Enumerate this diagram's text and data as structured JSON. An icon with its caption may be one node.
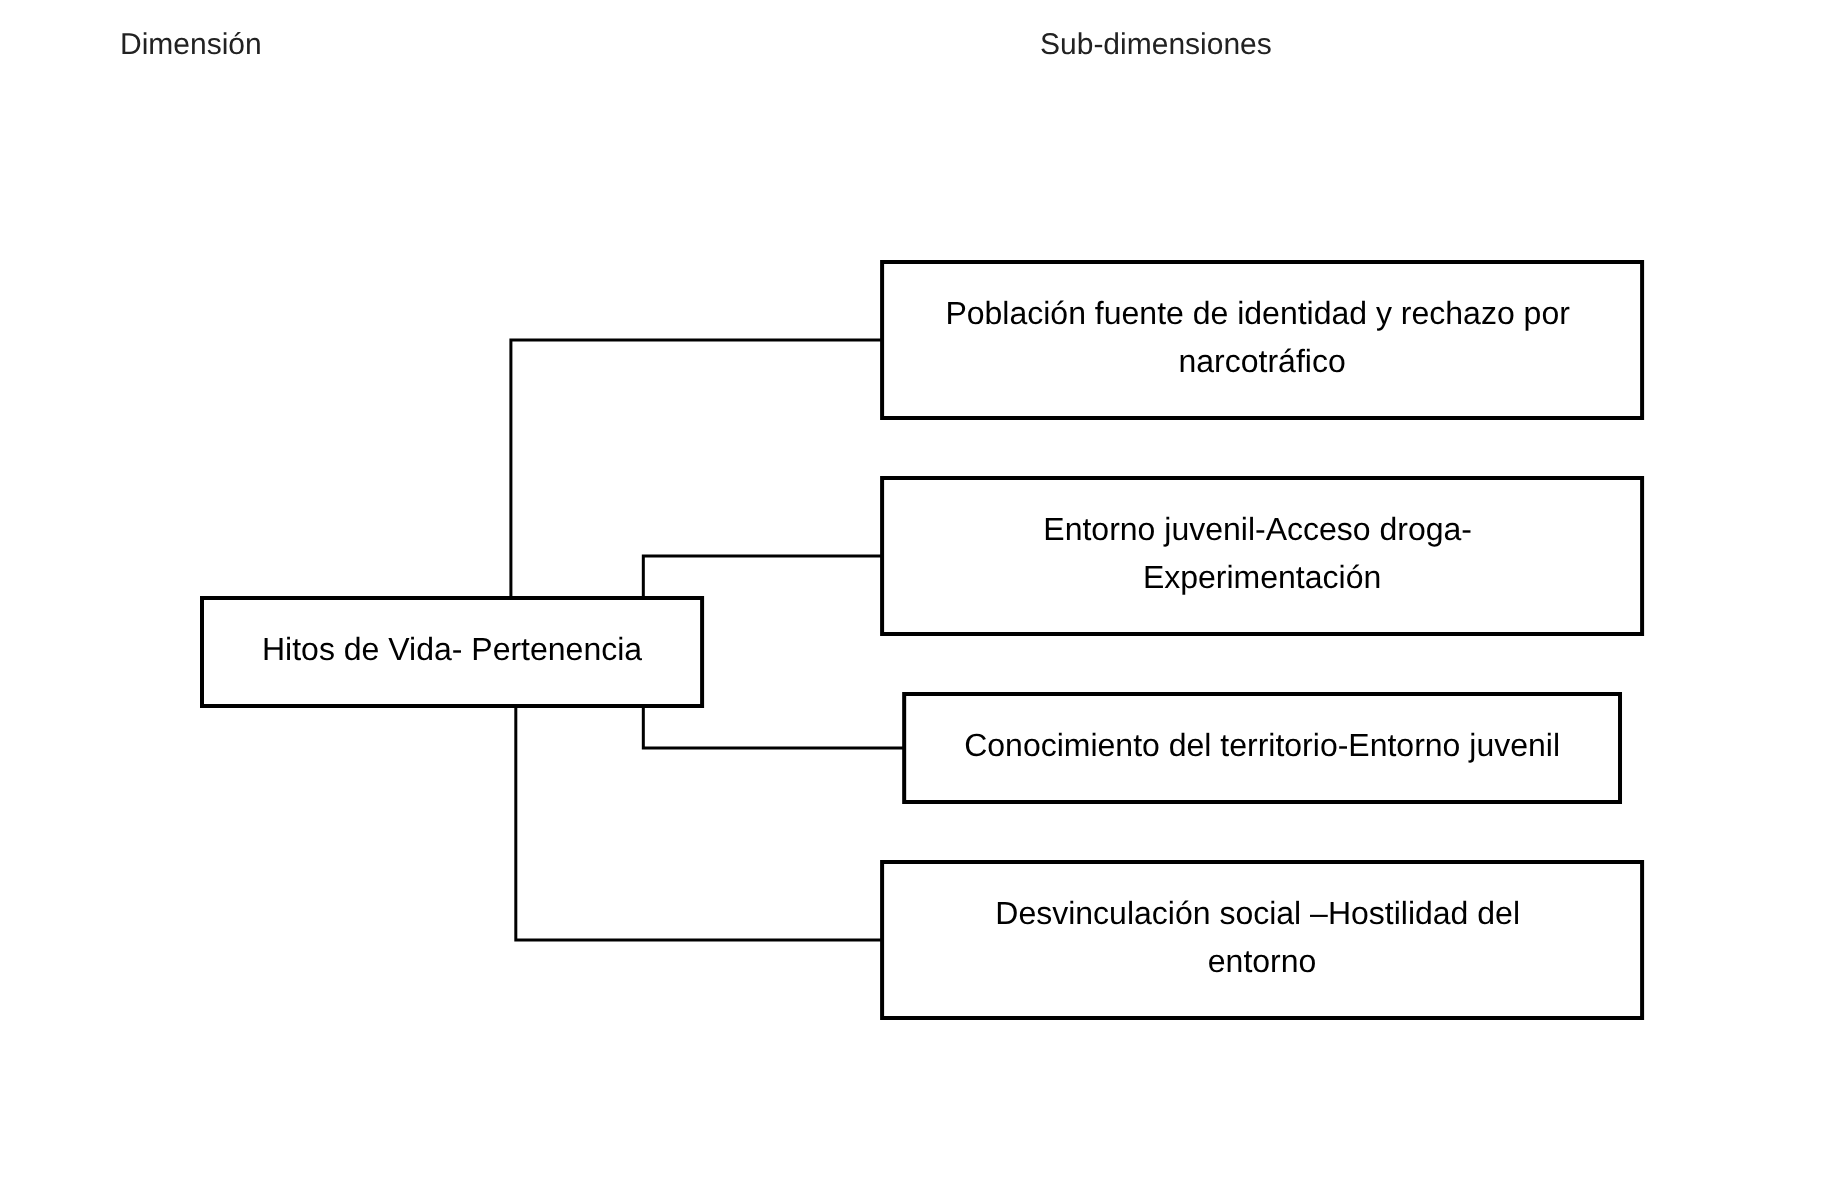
{
  "diagram": {
    "nodes": [
      {
        "text": [
          "Hitos de Vida- Pertenencia"
        ]
      },
      {
        "text": [
          "Población fuente de identidad y rechazo por narcotráfico"
        ]
      },
      {
        "text": [
          "Entorno juvenil-Acceso droga- Experimentación"
        ]
      },
      {
        "text": [
          "Conocimiento del territorio-Entorno juvenil"
        ]
      },
      {
        "text": [
          "Desvinculación social –Hostilidad del entorno"
        ]
      }
    ],
    "edges": [
      {
        "from": 0,
        "to": 1,
        "arrow": "none"
      },
      {
        "from": 0,
        "to": 2,
        "arrow": "none"
      },
      {
        "from": 0,
        "to": 3,
        "arrow": "none"
      },
      {
        "from": 0,
        "to": 4,
        "arrow": "none"
      }
    ],
    "labels": [
      "Dimensión",
      "Sub-dimensiones"
    ]
  }
}
